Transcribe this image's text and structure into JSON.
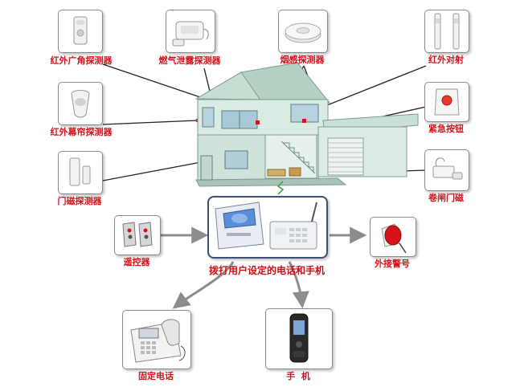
{
  "colors": {
    "label_red": "#d4141a",
    "line_dark": "#222222",
    "arrow_gray": "#8c8c8c",
    "hub_border": "#3c4f74",
    "house_wall": "#cfe3da",
    "house_roof": "#bdd8cc"
  },
  "devices": {
    "infrared_wide_angle": {
      "label": "红外广角探测器",
      "icon": "pir-sensor-icon"
    },
    "gas_leak": {
      "label": "燃气泄露探测器",
      "icon": "gas-detector-icon"
    },
    "smoke": {
      "label": "烟感探测器",
      "icon": "smoke-detector-icon"
    },
    "infrared_beam": {
      "label": "红外对射",
      "icon": "beam-detector-icon"
    },
    "infrared_curtain": {
      "label": "红外幕帘探测器",
      "icon": "curtain-sensor-icon"
    },
    "emergency_button": {
      "label": "紧急按钮",
      "icon": "panic-button-icon"
    },
    "door_magnet": {
      "label": "门磁探测器",
      "icon": "door-contact-icon"
    },
    "shutter_magnet": {
      "label": "卷闸门磁",
      "icon": "shutter-contact-icon"
    },
    "remote": {
      "label": "遥控器",
      "icon": "remote-control-icon"
    },
    "siren": {
      "label": "外接警号",
      "icon": "siren-icon"
    },
    "landline": {
      "label": "固定电话",
      "icon": "desk-phone-icon"
    },
    "mobile": {
      "label": "手  机",
      "icon": "mobile-phone-icon"
    }
  },
  "hub": {
    "icon": "alarm-host-icon",
    "caption": "拨打用户设定的电话和手机"
  }
}
